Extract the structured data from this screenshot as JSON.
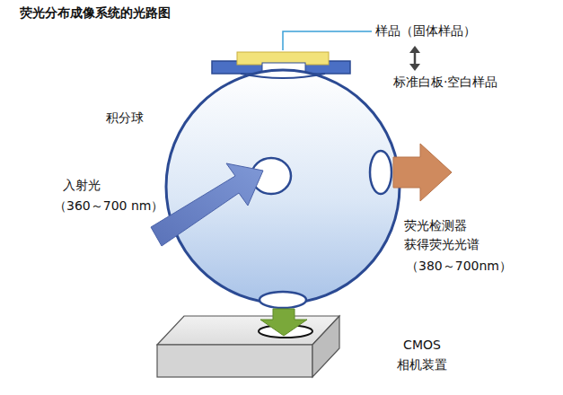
{
  "diagram": {
    "title": "荧光分布成像系统的光路图",
    "labels": [
      "样品（固体样品）",
      "标准白板·空白样品",
      "积分球",
      "入射光",
      "（360～700 nm）",
      "荧光检测器",
      "获得荧光光谱",
      "（380～700nm）",
      "CMOS",
      "相机装置"
    ]
  }
}
